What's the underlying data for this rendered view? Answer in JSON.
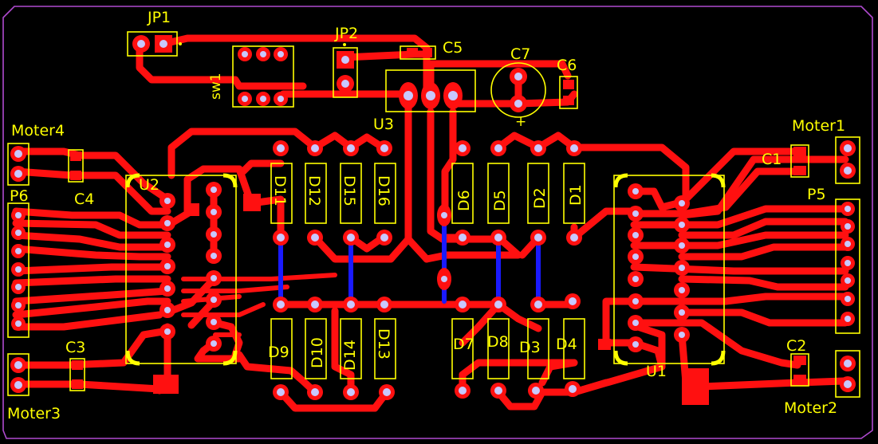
{
  "board": {
    "outline_color": "#b04ad0",
    "top_copper_color": "#ff1010",
    "bottom_copper_color": "#1a1aff",
    "silkscreen_color": "#ffff00",
    "background_color": "#000000"
  },
  "labels": {
    "jp1": "JP1",
    "jp2": "JP2",
    "c5": "C5",
    "c7": "C7",
    "c6": "C6",
    "sw1": "sw1",
    "u3": "U3",
    "moter4": "Moter4",
    "moter1": "Moter1",
    "c4": "C4",
    "c1": "C1",
    "u2": "U2",
    "p6": "P6",
    "p5": "P5",
    "c3": "C3",
    "c2": "C2",
    "moter3": "Moter3",
    "moter2": "Moter2",
    "u1": "U1",
    "c7_plus": "+",
    "diodes_top_left": [
      "D11",
      "D12",
      "D15",
      "D16"
    ],
    "diodes_top_right": [
      "D6",
      "D5",
      "D2",
      "D1"
    ],
    "diodes_bottom_left": [
      "D9",
      "D10",
      "D14",
      "D13"
    ],
    "diodes_bottom_right": [
      "D7",
      "D8",
      "D3",
      "D4"
    ]
  }
}
